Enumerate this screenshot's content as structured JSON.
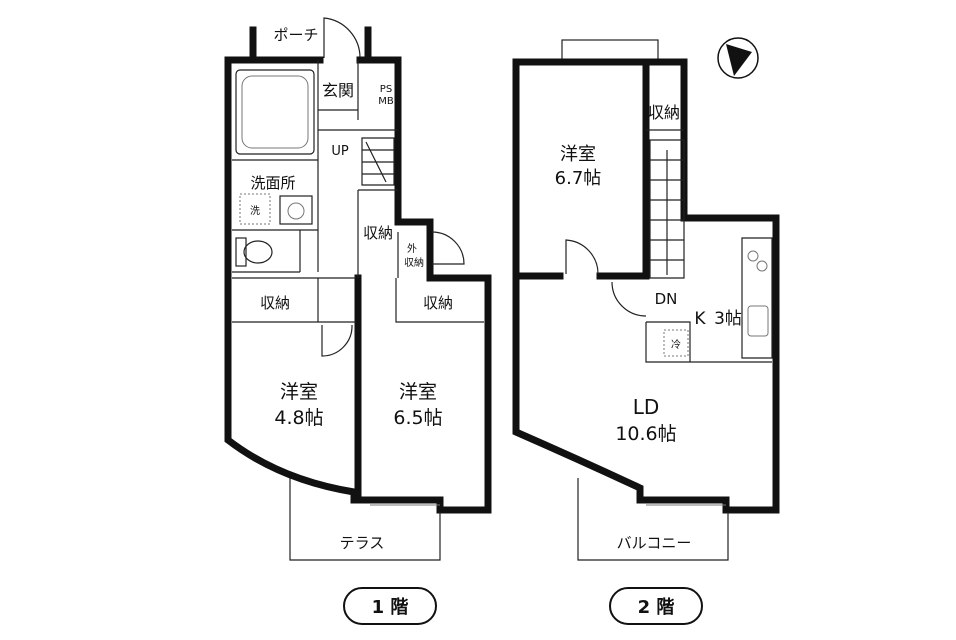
{
  "floor1": {
    "porch": "ポーチ",
    "entrance": "玄関",
    "ps": "PS",
    "mb": "MB",
    "up": "UP",
    "washroom": "洗面所",
    "washer": "洗",
    "storage_stair": "収納",
    "outdoor_storage_1": "外",
    "outdoor_storage_2": "収納",
    "storage_left": "収納",
    "storage_right": "収納",
    "room_left_name": "洋室",
    "room_left_size": "4.8帖",
    "room_right_name": "洋室",
    "room_right_size": "6.5帖",
    "terrace": "テラス",
    "floor_label": "1 階"
  },
  "floor2": {
    "room_name": "洋室",
    "room_size": "6.7帖",
    "storage": "収納",
    "dn": "DN",
    "kitchen_k": "K",
    "kitchen_size": "3帖",
    "fridge": "冷",
    "ld_name": "LD",
    "ld_size": "10.6帖",
    "balcony": "バルコニー",
    "floor_label": "2 階"
  },
  "icons": [
    "north-arrow-icon",
    "door-swing-icon",
    "bathtub-icon",
    "toilet-icon",
    "sink-icon",
    "stove-icon"
  ]
}
